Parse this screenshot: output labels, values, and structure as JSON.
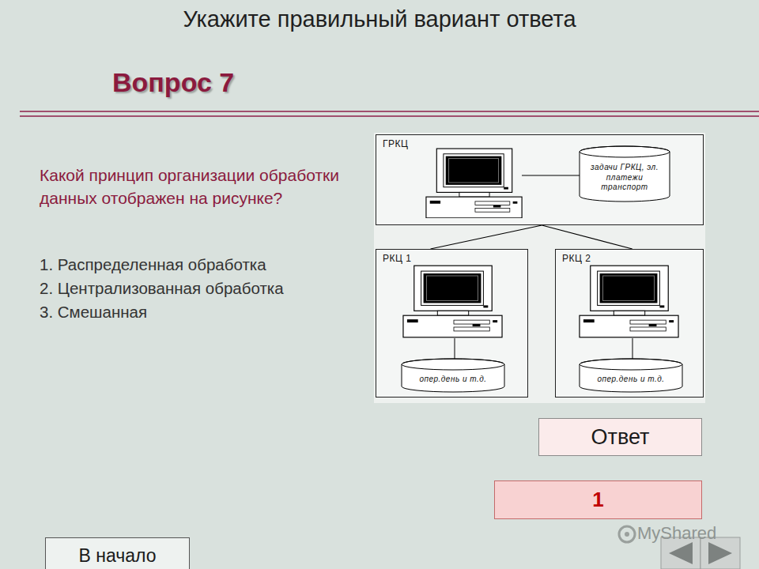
{
  "diagram": {
    "title": "Укажите правильный вариант ответа",
    "nodes": [
      {
        "text": [
          "ГРКЦ"
        ]
      },
      {
        "text": [
          "задачи ГРКЦ, эл. платежи транспорт"
        ],
        "in": 0
      },
      {
        "text": [
          "РКЦ 1"
        ]
      },
      {
        "text": [
          "опер.день и т.д."
        ],
        "in": 2
      },
      {
        "text": [
          "РКЦ 2"
        ]
      },
      {
        "text": [
          "опер.день и т.д."
        ],
        "in": 4
      },
      {
        "text": [
          "Ответ"
        ]
      },
      {
        "text": [
          "1"
        ]
      },
      {
        "text": [
          "В начало"
        ]
      }
    ],
    "edges": [
      {
        "from": 0,
        "to": 2,
        "arrow": "none"
      },
      {
        "from": 0,
        "to": 4,
        "arrow": "none"
      }
    ],
    "labels": [
      "Вопрос 7",
      "Какой принцип организации обработки данных отображен на рисунке?",
      "1. Распределенная обработка",
      "2. Централизованная обработка",
      "3. Смешанная",
      "MyShared"
    ]
  }
}
